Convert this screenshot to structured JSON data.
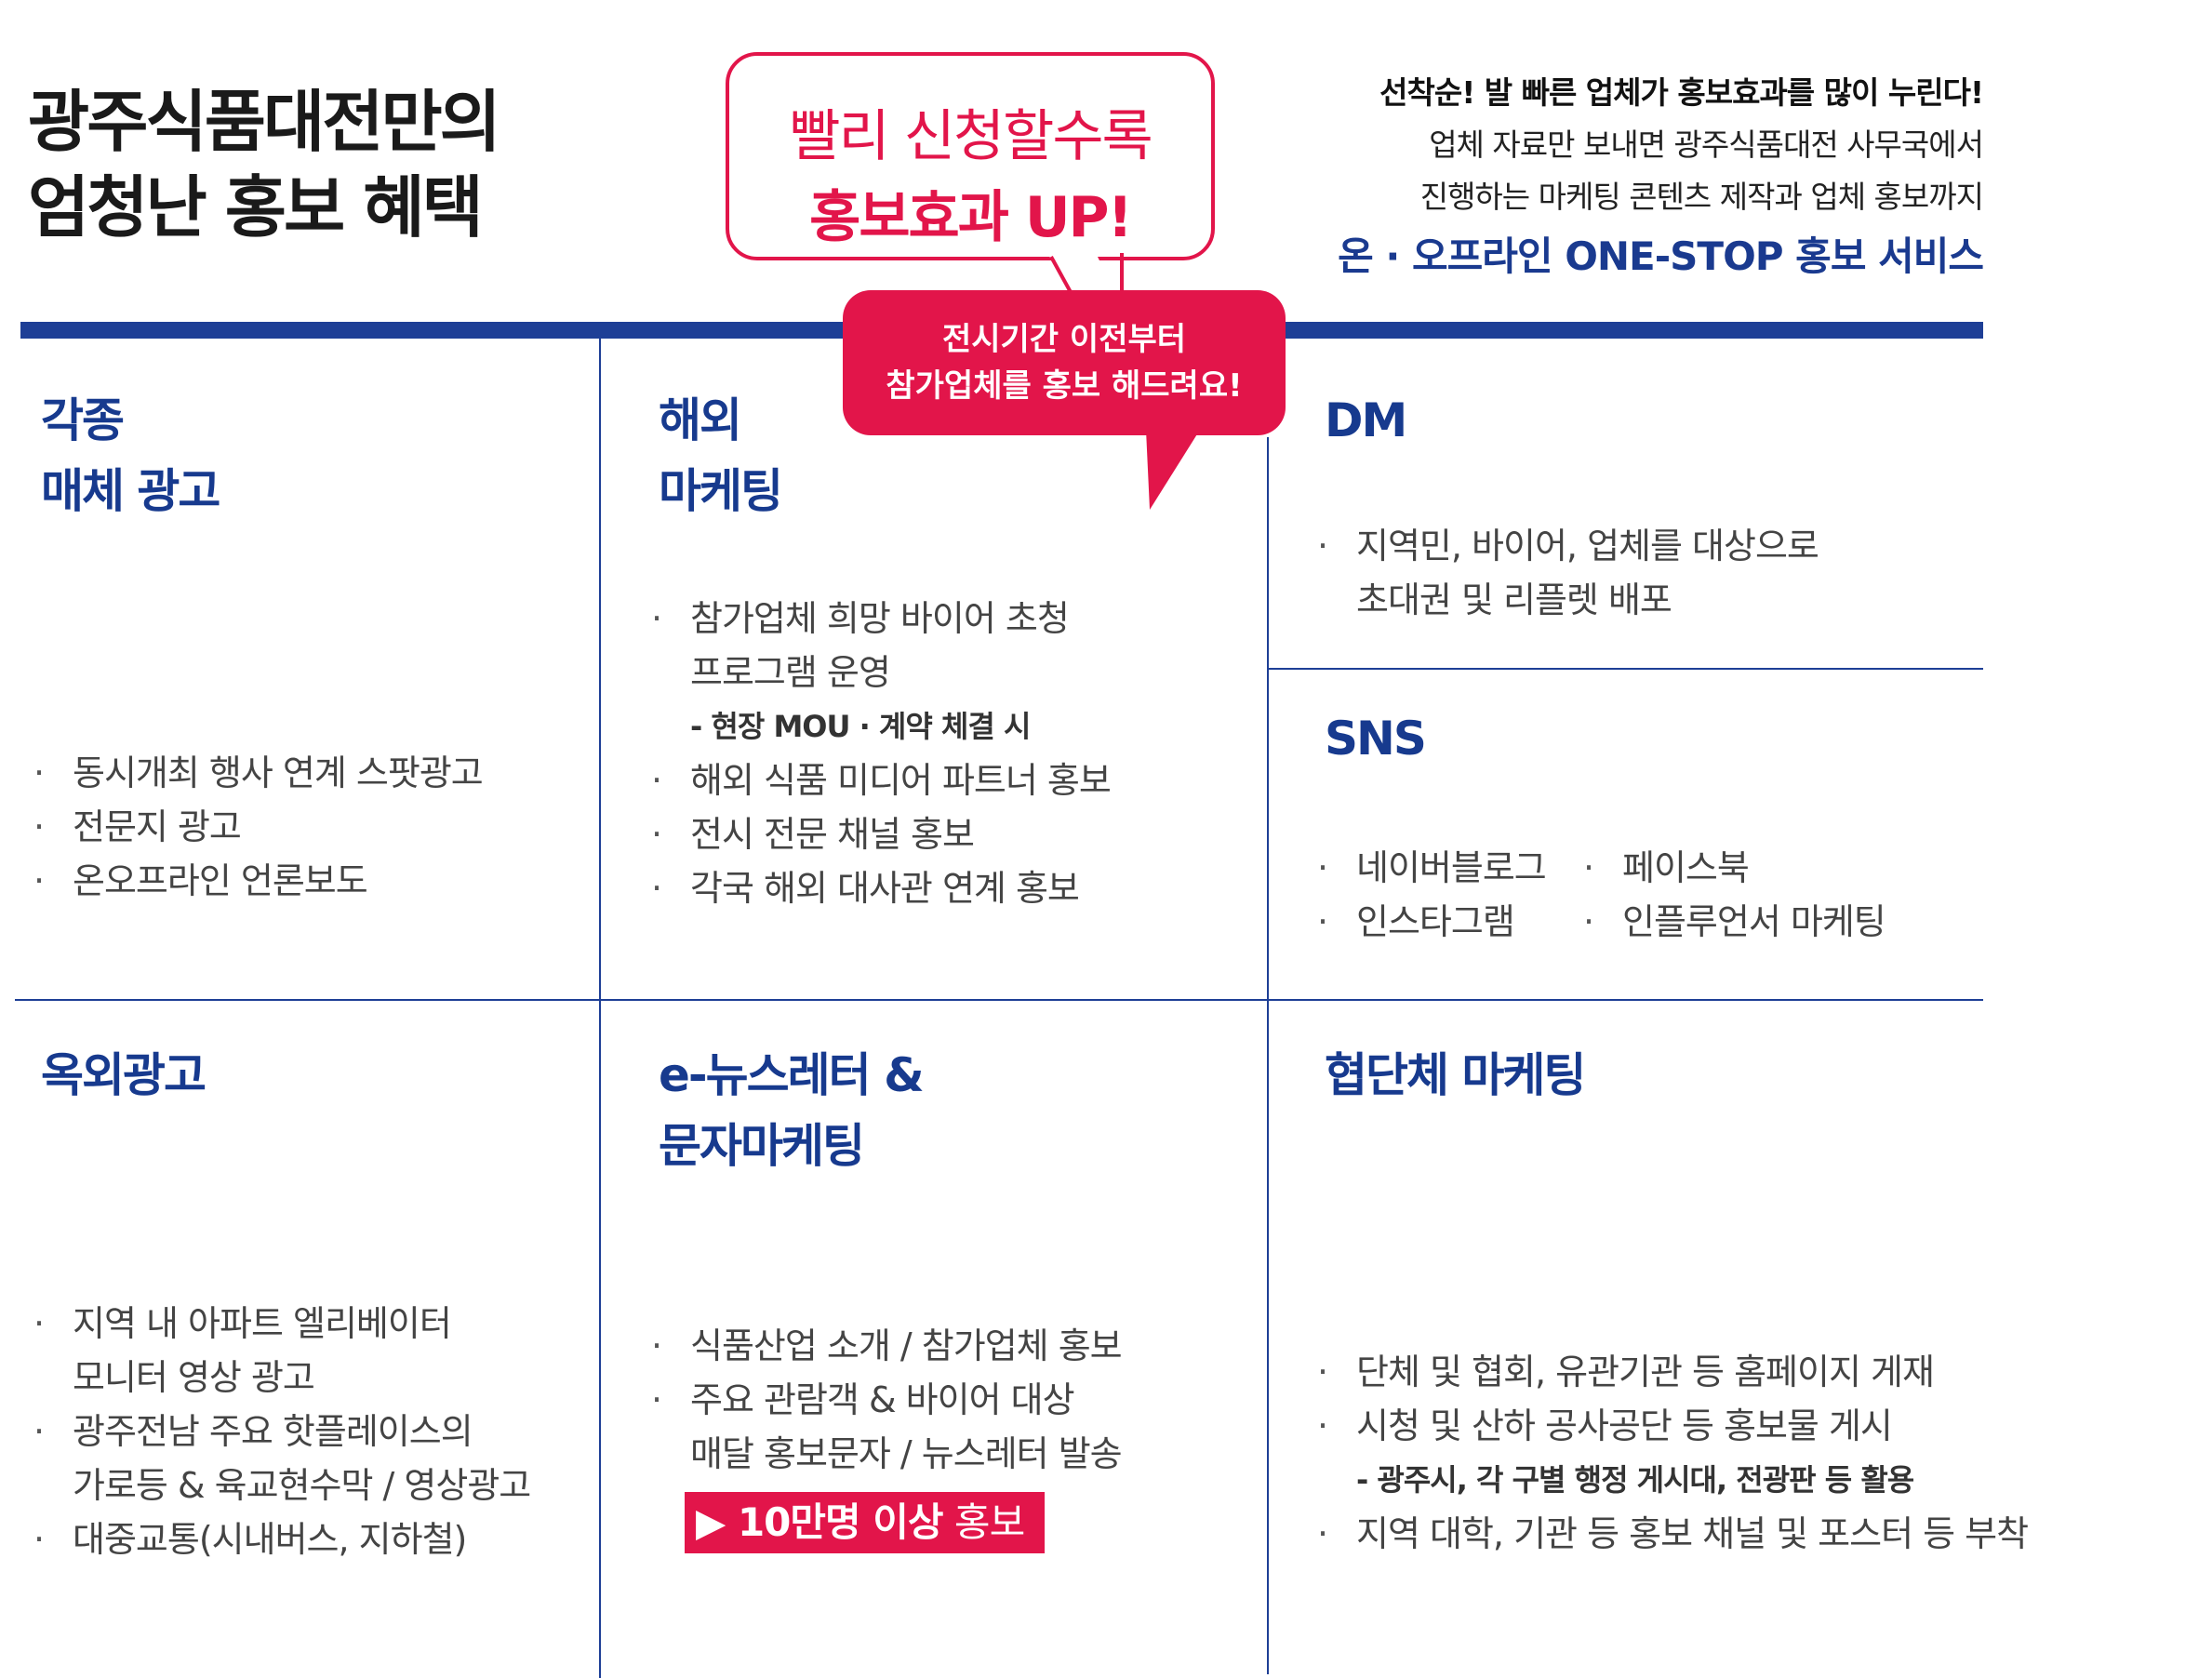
{
  "header": {
    "title_line1": "광주식품대전만의",
    "title_line2": "엄청난 홍보 혜택",
    "bubble_line1": "빨리 신청할수록",
    "bubble_line2": "홍보효과 UP!",
    "intro_bold": "선착순! 발 빠른 업체가 홍보효과를 많이 누린다!",
    "intro_line2": "업체 자료만 보내면 광주식품대전 사무국에서",
    "intro_line3": "진행하는 마케팅 콘텐츠 제작과 업체 홍보까지",
    "intro_blue": "온 · 오프라인 ONE-STOP 홍보 서비스",
    "tag_line1": "전시기간 이전부터",
    "tag_line2": "참가업체를 홍보 해드려요!"
  },
  "sections": {
    "media": {
      "title1": "각종",
      "title2": "매체 광고",
      "items": [
        "동시개최 행사 연계 스팟광고",
        "전문지 광고",
        "온오프라인 언론보도"
      ]
    },
    "overseas": {
      "title1": "해외",
      "title2": "마케팅",
      "item1a": "참가업체 희망 바이어 초청",
      "item1b": "프로그램 운영",
      "note": "- 현장 MOU · 계약 체결 시",
      "item2": "해외 식품 미디어 파트너 홍보",
      "item3": "전시 전문 채널 홍보",
      "item4": "각국 해외 대사관 연계 홍보"
    },
    "dm": {
      "title": "DM",
      "item1a": "지역민, 바이어, 업체를 대상으로",
      "item1b": "초대권 및 리플렛 배포"
    },
    "sns": {
      "title": "SNS",
      "items": [
        "네이버블로그",
        "페이스북",
        "인스타그램",
        "인플루언서 마케팅"
      ]
    },
    "outdoor": {
      "title": "옥외광고",
      "item1a": "지역 내 아파트 엘리베이터",
      "item1b": "모니터 영상 광고",
      "item2a": "광주전남 주요 핫플레이스의",
      "item2b": "가로등 & 육교현수막 / 영상광고",
      "item3": "대중교통(시내버스, 지하철)"
    },
    "newsletter": {
      "title1": "e-뉴스레터 &",
      "title2": "문자마케팅",
      "item1": "식품산업 소개 /  참가업체 홍보",
      "item2a": "주요 관람객 & 바이어 대상",
      "item2b": "매달 홍보문자 / 뉴스레터 발송",
      "highlight_arrow": "▶",
      "highlight_bold": "10만명 이상",
      "highlight_rest": " 홍보"
    },
    "assoc": {
      "title": "협단체 마케팅",
      "item1": "단체 및 협회, 유관기관 등 홈페이지 게재",
      "item2": "시청 및 산하 공사공단 등 홍보물 게시",
      "note": "- 광주시, 각 구별 행정 게시대, 전광판 등 활용",
      "item3": "지역 대학, 기관 등 홍보 채널 및 포스터 등 부착"
    }
  },
  "colors": {
    "blue": "#1e3f96",
    "red": "#e2154a"
  }
}
